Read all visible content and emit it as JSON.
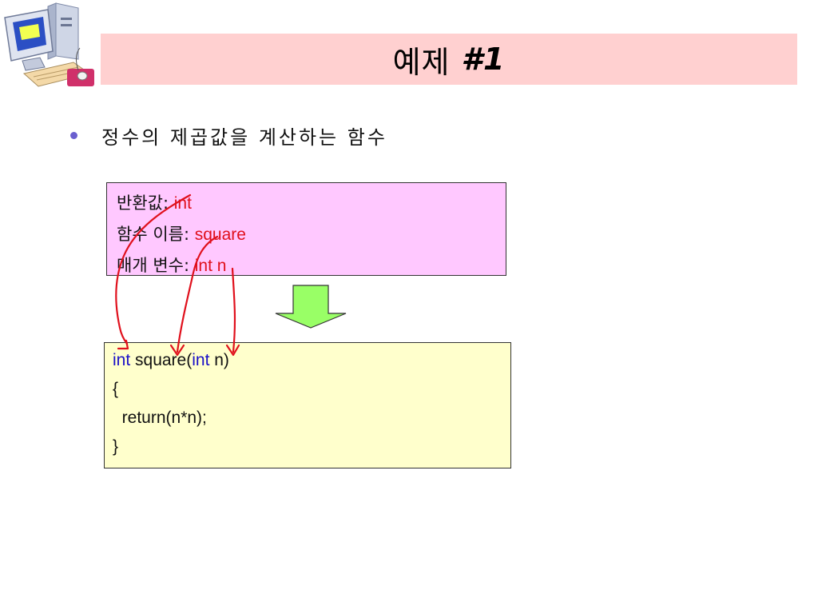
{
  "title": {
    "korean": "예제",
    "number": "#1"
  },
  "bullet": {
    "text": "정수의 제곱값을 계산하는 함수"
  },
  "info_box": {
    "return_label": "반환값: ",
    "return_value": "int",
    "name_label": "함수 이름: ",
    "name_value": "square",
    "param_label": "매개 변수: ",
    "param_value": "int n"
  },
  "code": {
    "kw_return_type": "int",
    "fn_name": " square(",
    "kw_param_type": "int",
    "param_rest": " n)",
    "open_brace": "{",
    "body": "  return(n*n);",
    "close_brace": "}"
  },
  "colors": {
    "title_bg": "#ffd0d0",
    "info_bg": "#ffc8ff",
    "code_bg": "#ffffcc",
    "annotation_red": "#e0101c",
    "keyword_blue": "#1a10c8",
    "arrow_green": "#99ff66"
  },
  "icons": {
    "logo": "computer-icon",
    "down_arrow": "down-arrow-icon"
  }
}
